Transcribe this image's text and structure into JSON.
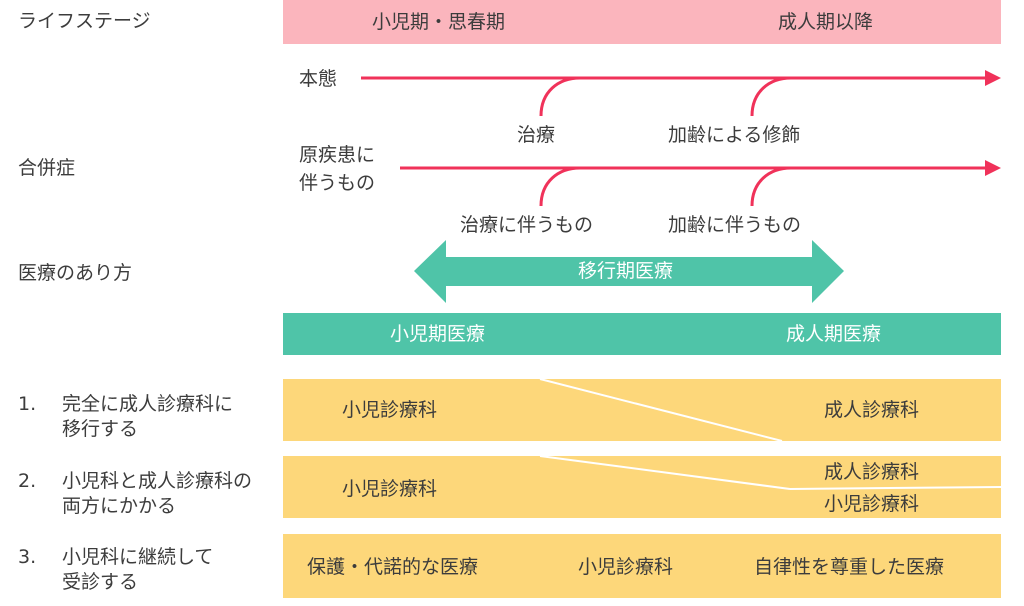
{
  "colors": {
    "pink_bar": "#fbb5bd",
    "red_arrow": "#f0325a",
    "teal": "#4fc4a8",
    "yellow": "#fdd77a",
    "text": "#3c3c3c"
  },
  "left_labels": {
    "life_stage": "ライフステージ",
    "complications": "合併症",
    "care_style": "医療のあり方"
  },
  "life_stage_bar": {
    "child": "小児期・思春期",
    "adult": "成人期以降"
  },
  "arrows": {
    "honntai": "本態",
    "treatment": "治療",
    "aging_mod": "加齢による修飾",
    "underlying_line1": "原疾患に",
    "underlying_line2": "伴うもの",
    "treatment_assoc": "治療に伴うもの",
    "aging_assoc": "加齢に伴うもの"
  },
  "transition": {
    "label": "移行期医療"
  },
  "care_bar": {
    "pediatric": "小児期医療",
    "adult": "成人期医療"
  },
  "options": [
    {
      "number": "1.",
      "line1": "完全に成人診療科に",
      "line2": "移行する",
      "left": "小児診療科",
      "right": "成人診療科"
    },
    {
      "number": "2.",
      "line1": "小児科と成人診療科の",
      "line2": "両方にかかる",
      "left": "小児診療科",
      "right_top": "成人診療科",
      "right_bottom": "小児診療科"
    },
    {
      "number": "3.",
      "line1": "小児科に継続して",
      "line2": "受診する",
      "left": "保護・代諾的な医療",
      "middle": "小児診療科",
      "right": "自律性を尊重した医療"
    }
  ]
}
